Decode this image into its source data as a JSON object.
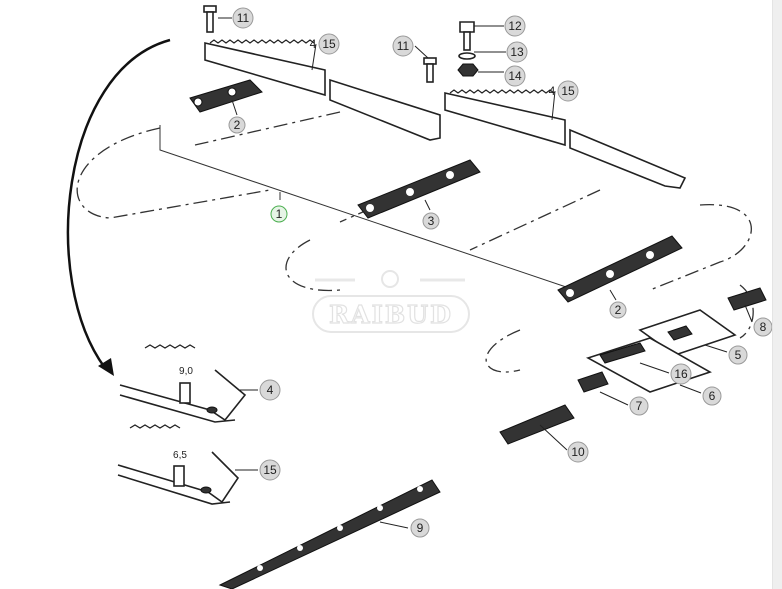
{
  "diagram": {
    "watermark": "RAIBUD",
    "callouts": {
      "bolt_top_left": "11",
      "bar_left_a": "4",
      "bar_left_b": "15",
      "bolt_mid": "11",
      "bolt_hex": "12",
      "washer": "13",
      "nut": "14",
      "bar_right_a": "4",
      "bar_right_b": "15",
      "chain_top": "2",
      "assembly": "1",
      "chain_mid": "3",
      "chain_right": "2",
      "link_8": "8",
      "link_5": "5",
      "link_16": "16",
      "kit_6": "6",
      "link_7": "7",
      "link_10": "10",
      "detail_4": "4",
      "detail_15": "15",
      "chain_9": "9"
    },
    "dimensions": {
      "detail_4": "9,0",
      "detail_15": "6,5"
    },
    "colors": {
      "callout_fill": "#d9d9d9",
      "assembly_callout": "#4caf50"
    }
  }
}
